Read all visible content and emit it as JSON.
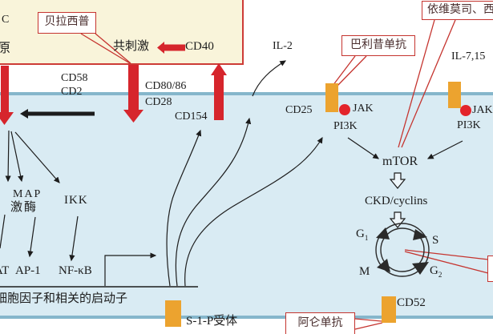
{
  "figure": {
    "description": "T-cell activation signaling pathway with immunosuppressant drug targets",
    "domain_note": "immunology pathway diagram"
  },
  "edge_labels": {
    "c": "C",
    "yuan": "原",
    "at_cut": "AT"
  },
  "apc_region": {
    "costim": "共刺激",
    "cd40": "CD40"
  },
  "drug_boxes": {
    "belatacept": "贝拉西普",
    "basiliximab": "巴利昔单抗",
    "everolimus": "依维莫司、西",
    "alemtuzumab": "阿仑单抗"
  },
  "membrane_labels": {
    "cd58": "CD58",
    "cd2": "CD2",
    "cd80_86": "CD80/86",
    "cd28": "CD28",
    "cd154": "CD154",
    "il2": "IL-2",
    "cd25": "CD25",
    "jak_left": "JAK",
    "pi3k_left": "PI3K",
    "il7_15": "IL-7,15",
    "jak_right": "JAK",
    "pi3k_right": "PI3K",
    "cd52": "CD52",
    "s1p_receptor": "S-1-P受体"
  },
  "signaling": {
    "map_line1": "MAP",
    "map_line2": "激酶",
    "ikk": "IKK",
    "ap1": "AP-1",
    "nfkb": "NF-κB",
    "mtor": "mTOR",
    "ckd_cyclins": "CKD/cyclins",
    "promoter": "细胞因子和相关的启动子"
  },
  "cell_cycle": {
    "g1": "G",
    "g1_sub": "1",
    "s": "S",
    "g2": "G",
    "g2_sub": "2",
    "m": "M"
  },
  "colors": {
    "accent_red": "#cd3b36",
    "arrow_red": "#d6252c",
    "receptor_orange": "#eca32f",
    "jak_dot_red": "#e3242b",
    "membrane_blue": "#85b6cb",
    "cytosol_blue": "#d9ebf3",
    "apc_cream": "#f9f4da"
  }
}
